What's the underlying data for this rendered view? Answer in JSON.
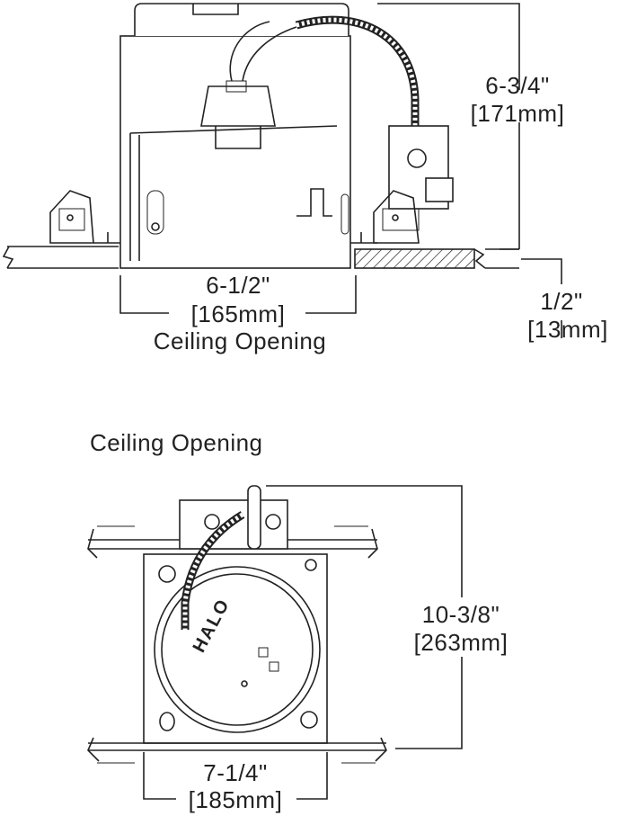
{
  "side_view": {
    "height_dim": "6-3/4\"",
    "height_dim_mm": "[171mm]",
    "opening_dim": "6-1/2\"",
    "opening_dim_mm": "[165mm]",
    "opening_caption": "Ceiling Opening",
    "ceiling_dim": "1/2\"",
    "ceiling_dim_mm": "[13mm]"
  },
  "plan_view": {
    "title": "Ceiling Opening",
    "length_dim": "10-3/8\"",
    "length_dim_mm": "[263mm]",
    "width_dim": "7-1/4\"",
    "width_dim_mm": "[185mm]",
    "logo_text": "HALO"
  }
}
